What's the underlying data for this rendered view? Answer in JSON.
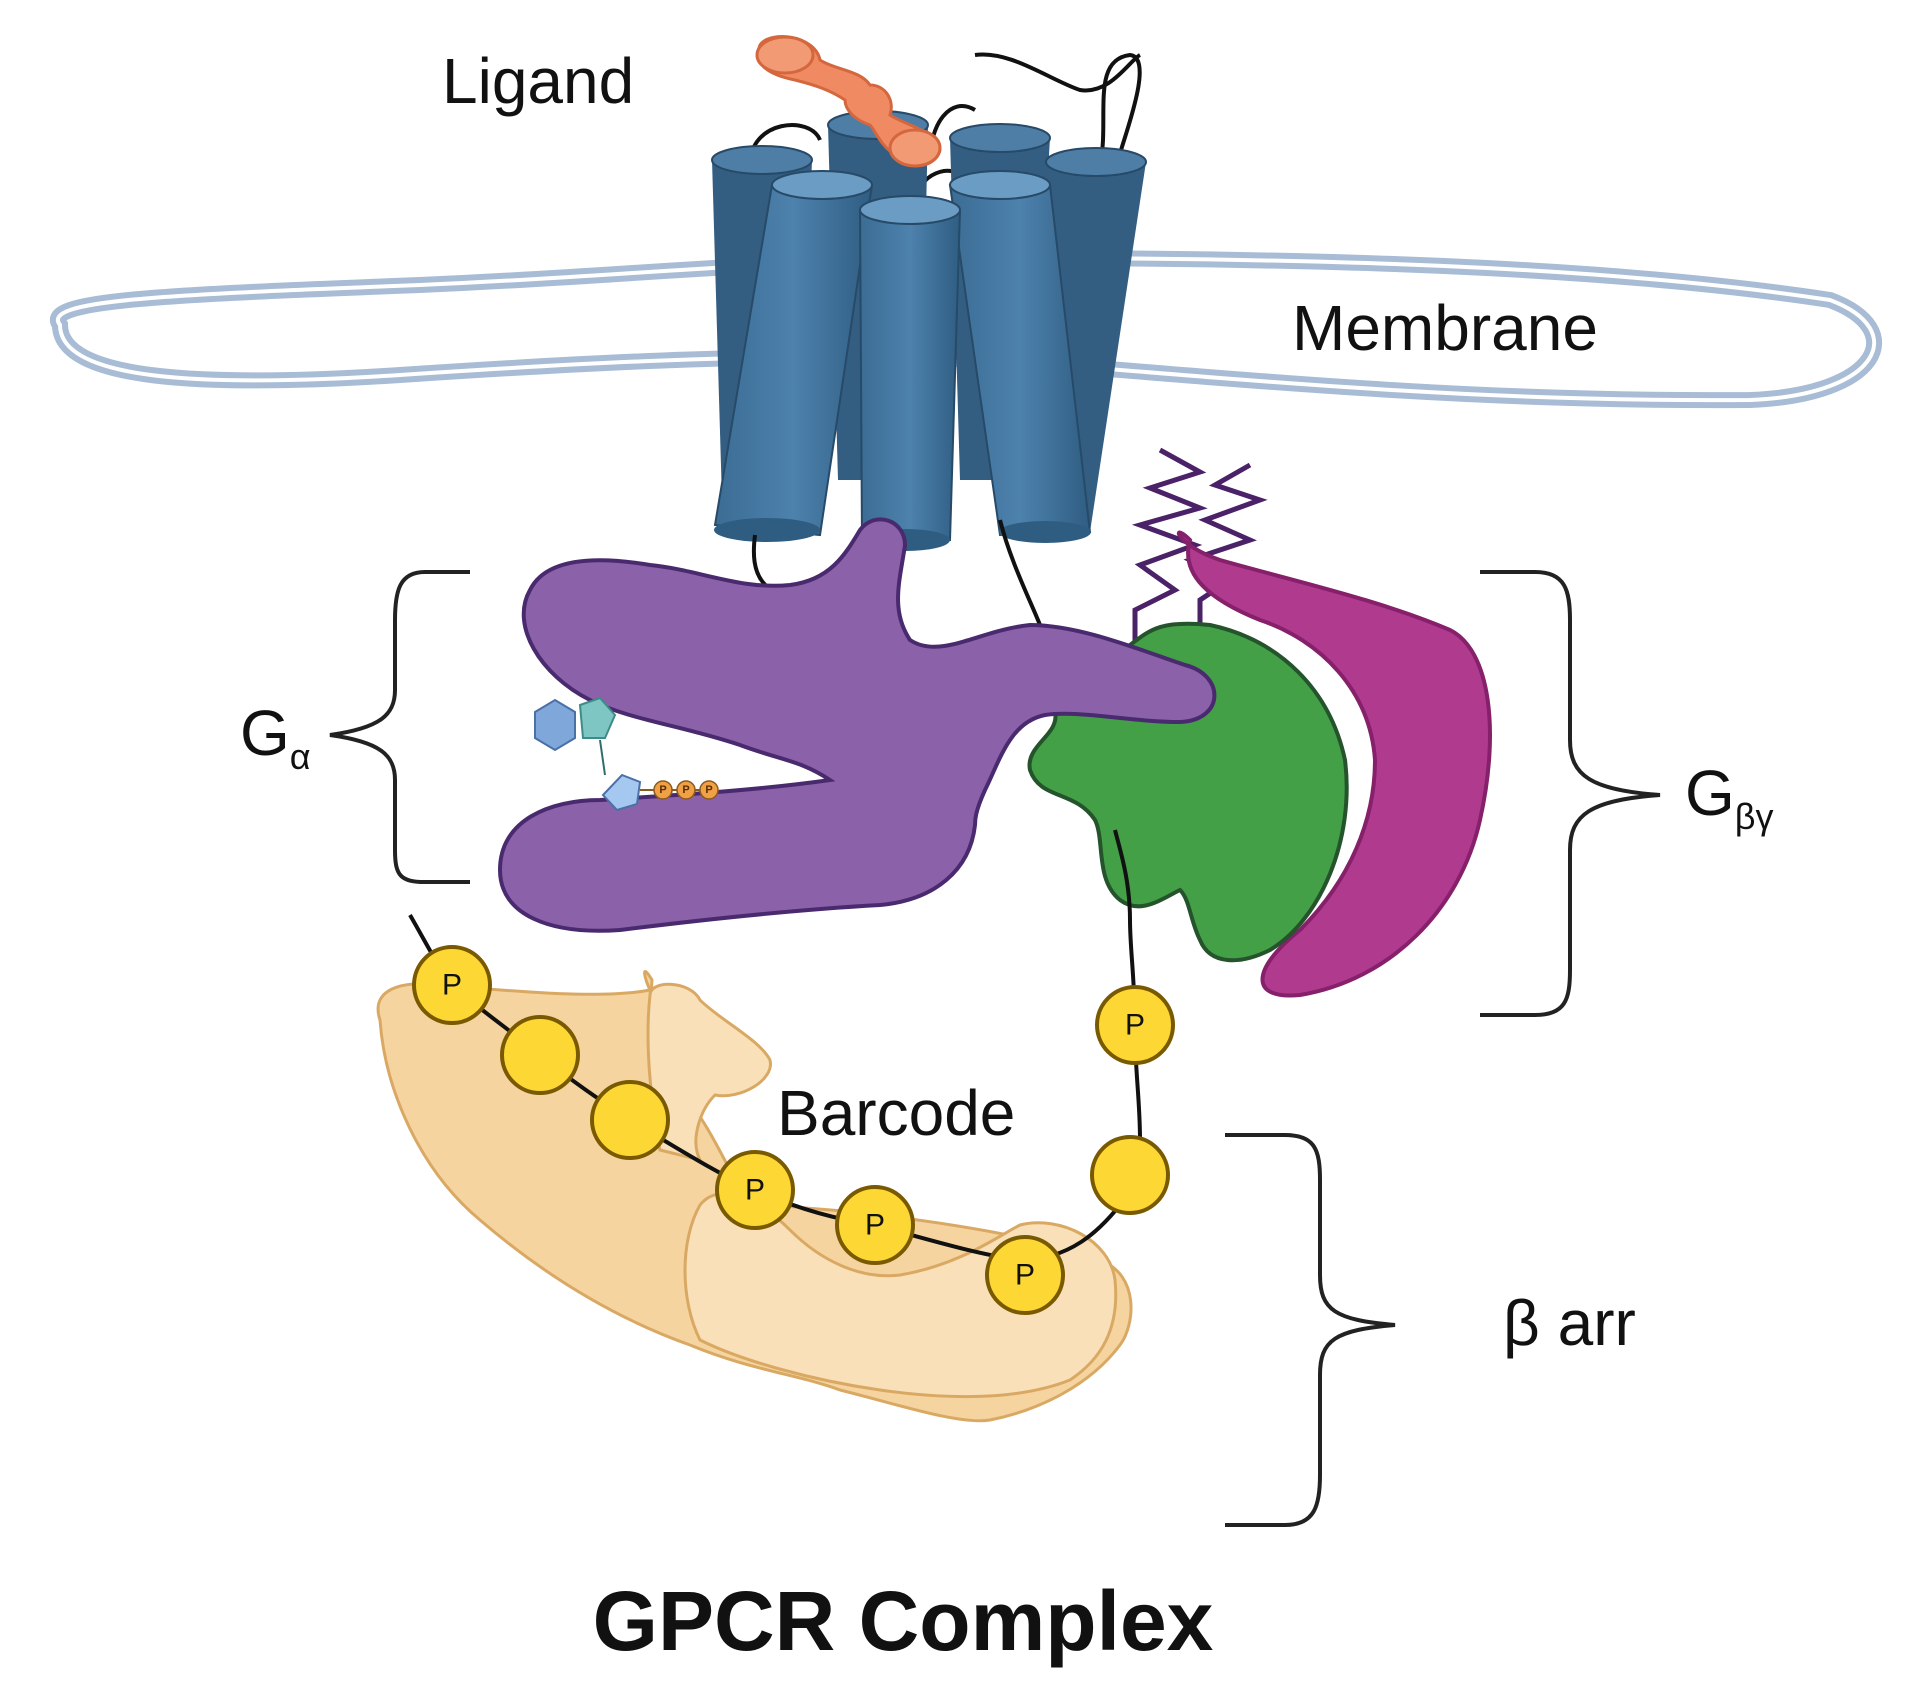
{
  "labels": {
    "ligand": "Ligand",
    "membrane": "Membrane",
    "g_alpha_main": "G",
    "g_alpha_sub": "α",
    "g_betagamma_main": "G",
    "g_betagamma_sub": "βγ",
    "barcode": "Barcode",
    "beta_arr": "β arr",
    "title": "GPCR Complex"
  },
  "phospho_label": "P",
  "colors": {
    "helix": "#4577a0",
    "helix_top": "#6a9cc4",
    "membrane": "#b5c7dd",
    "ligand": "#ef8a62",
    "g_alpha": "#8b62aa",
    "g_beta": "#43a047",
    "g_gamma": "#b03a8e",
    "arrestin": "#f6d4a0",
    "phosphate": "#fdd835"
  }
}
